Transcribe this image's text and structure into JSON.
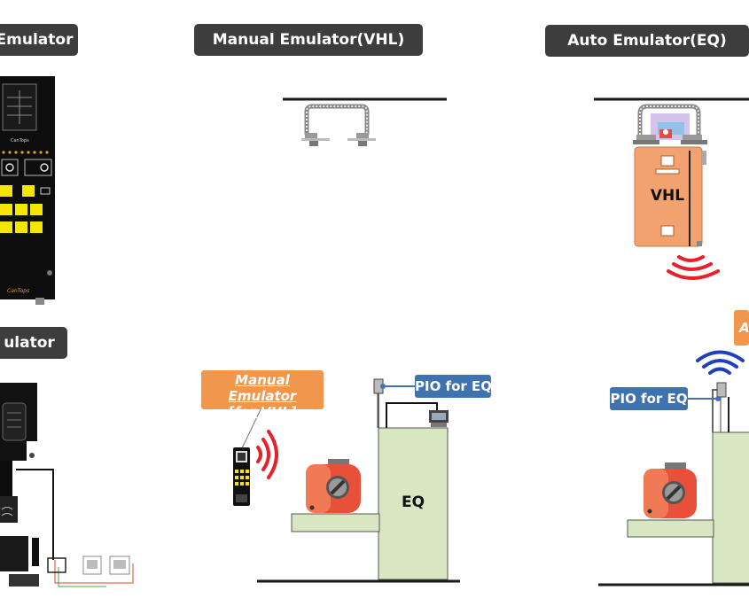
{
  "headers": {
    "left_top": "Emulator",
    "manual_vhl": "Manual Emulator(VHL)",
    "auto_eq": "Auto Emulator(EQ)",
    "left_mid": "ulator"
  },
  "tags": {
    "pio_manual": "PIO for EQ",
    "pio_auto": "PIO for EQ",
    "manual_emulator_line1": "Manual Emulator",
    "manual_emulator_line2": "[for VHL]",
    "auto_partial": "A"
  },
  "labels": {
    "eq": "EQ",
    "vhl": "VHL",
    "brand": "CanTops"
  },
  "colors": {
    "header_bg": "#3d3d3d",
    "pio_blue": "#3f73b0",
    "manual_orange": "#f0974d",
    "eq_green": "#d8e6c2",
    "vhl_orange": "#f2a26f",
    "signal_red": "#e8202a",
    "signal_blue": "#1f3fbf",
    "button_yellow": "#f5e600"
  }
}
